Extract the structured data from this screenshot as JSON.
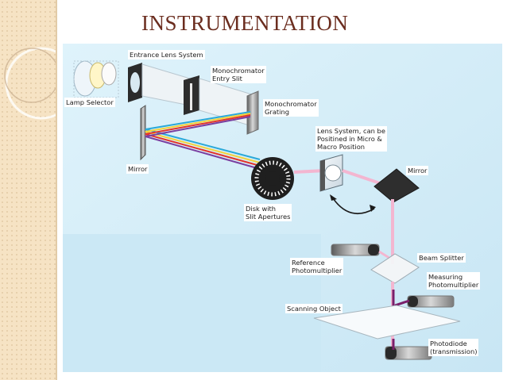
{
  "slide": {
    "title": "INSTRUMENTATION"
  },
  "diagram": {
    "labels": {
      "entrance_lens_system": "Entrance Lens System",
      "monochromator_entry_slit": "Monochromator\nEntry Slit",
      "lamp_selector": "Lamp Selector",
      "monochromator_grating": "Monochromator\nGrating",
      "lens_system": "Lens System, can be\nPositined in Micro &\nMacro Position",
      "mirror_left": "Mirror",
      "mirror_right": "Mirror",
      "disk_with_slit_apertures": "Disk with\nSlit Apertures",
      "beam_splitter": "Beam Splitter",
      "reference_photomultiplier": "Reference\nPhotomultiplier",
      "measuring_photomultiplier": "Measuring\nPhotomultiplier",
      "scanning_object": "Scanning Object",
      "photodiode": "Photodiode\n(transmission)"
    },
    "colors": {
      "background": "#d2ecf7",
      "beam_pink": "#f3b6d0",
      "beam_purple": "#7a1f6a",
      "title": "#6b2d1f"
    }
  }
}
